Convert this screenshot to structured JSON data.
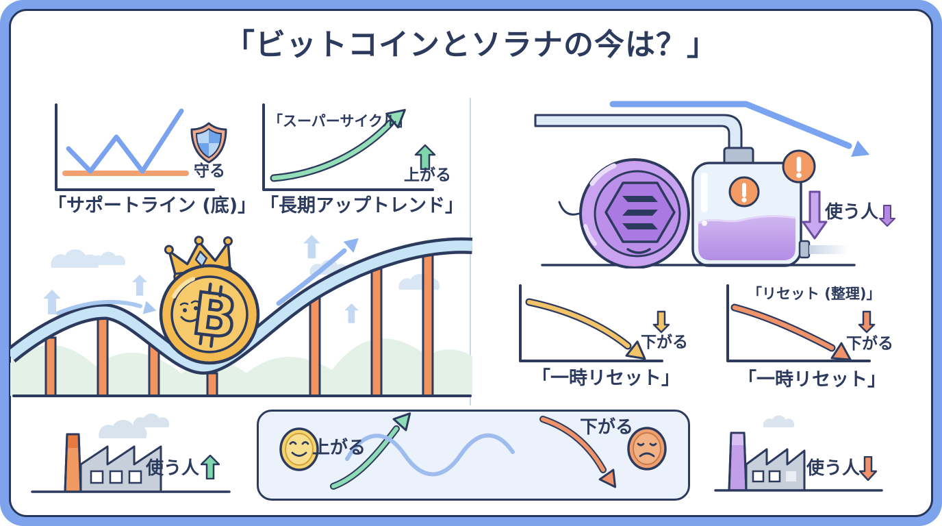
{
  "title": "「ビットコインとソラナの今は？」",
  "left_panel": {
    "support_chart": {
      "shield_label": "守る",
      "caption": "「サポートライン (底)」"
    },
    "supercycle_chart": {
      "annotation": "「スーパーサイクル」",
      "rise_label": "上がる",
      "caption": "「長期アップトレンド」"
    },
    "factory": {
      "users_label": "使う人"
    }
  },
  "sentiment_box": {
    "rise_label": "上がる",
    "fall_label": "下がる"
  },
  "right_panel": {
    "tank_scene": {
      "users_label": "使う人"
    },
    "dip_chart": {
      "fall_label": "下がる",
      "caption": "「一時リセット」"
    },
    "reset_chart": {
      "annotation": "「リセット (整理)」",
      "fall_label": "下がる",
      "caption": "「一時リセット」"
    },
    "factory": {
      "users_label": "使う人"
    }
  },
  "colors": {
    "frame_blue": "#7CA3EC",
    "ink_navy": "#2C3A5E",
    "uptrend_green": "#8EDCB5",
    "downtrend_orange": "#F0936A",
    "downtrend_yellow": "#F2C368",
    "support_orange": "#F0A071",
    "chart_blue": "#7AA2EE",
    "bitcoin_gold": "#F3BA4F",
    "solana_purple": "#BC8FEA",
    "warning_orange": "#F29B64"
  }
}
